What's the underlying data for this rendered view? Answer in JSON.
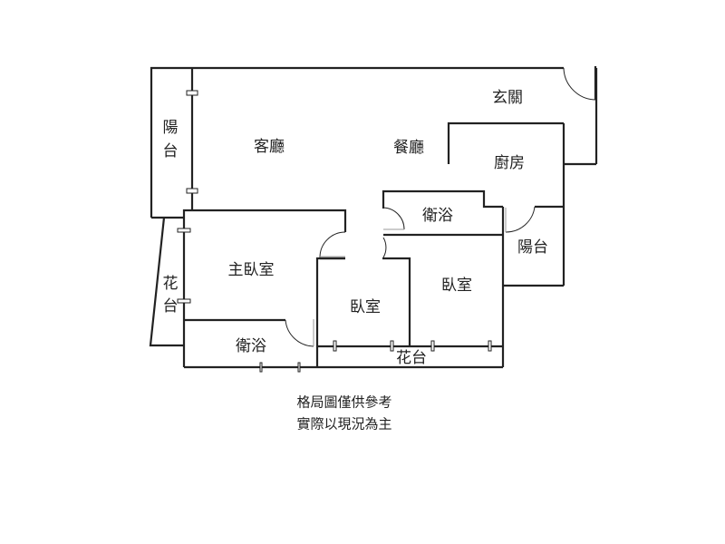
{
  "floorplan": {
    "rooms": {
      "west_balcony": [
        "陽",
        "台"
      ],
      "living_room": "客廳",
      "dining_room": "餐廳",
      "entrance": "玄關",
      "kitchen": "廚房",
      "bathroom_1": "衛浴",
      "kitchen_balcony": "陽台",
      "master_bedroom": "主臥室",
      "west_planter": [
        "花",
        "台"
      ],
      "bedroom_1": "臥室",
      "bedroom_2": "臥室",
      "master_bathroom": "衛浴",
      "south_planter": "花台"
    },
    "notes": [
      "格局圖僅供參考",
      "實際以現況為主"
    ]
  }
}
